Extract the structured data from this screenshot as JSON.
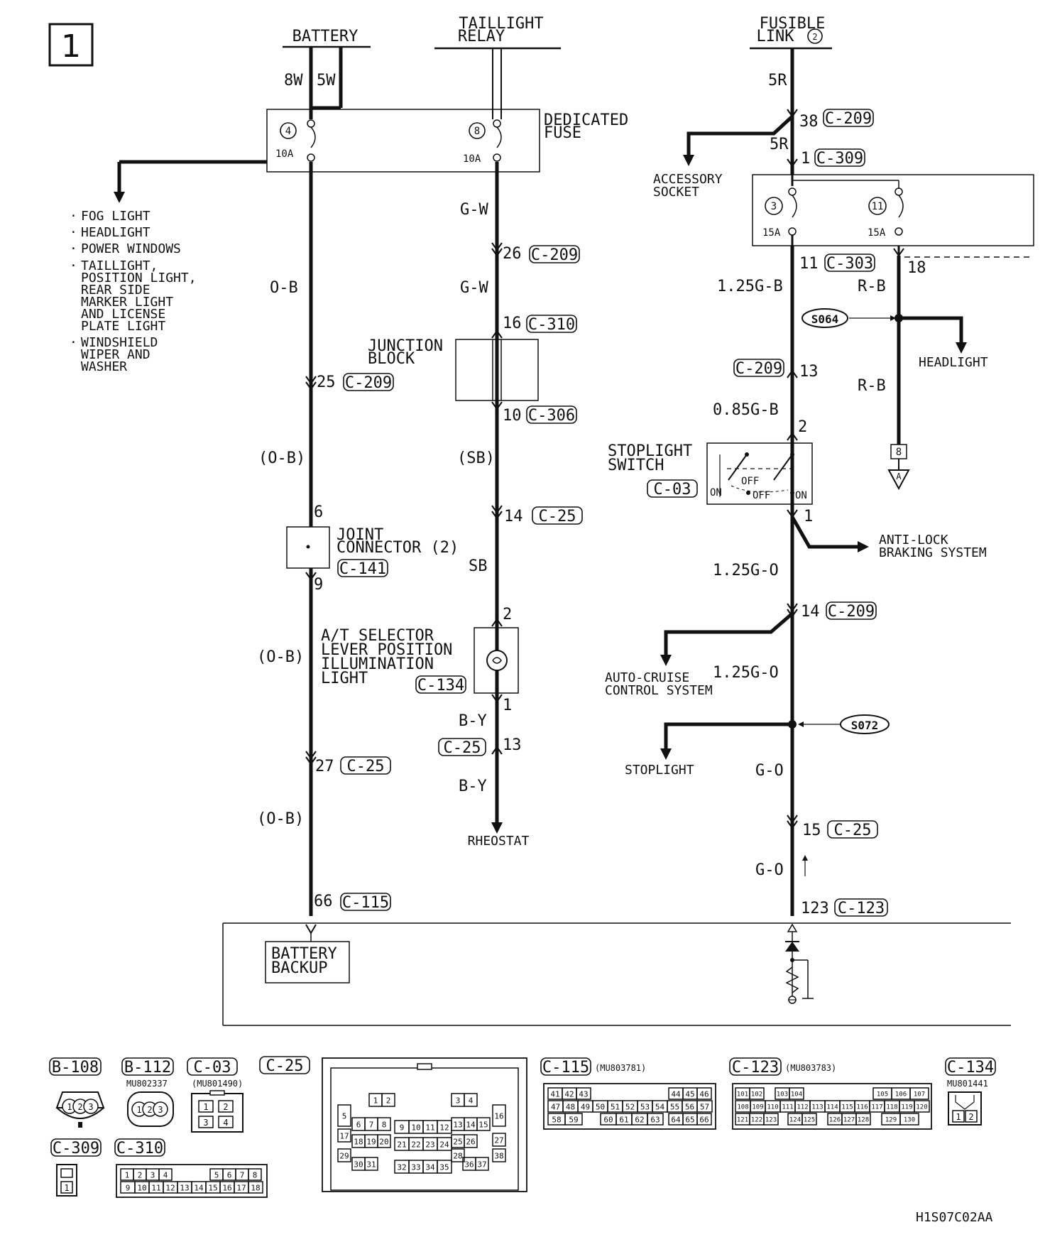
{
  "page_number": "1",
  "sources": {
    "battery": "BATTERY",
    "taillight_relay": [
      "TAILLIGHT",
      "RELAY"
    ],
    "fusible_link": [
      "FUSIBLE",
      "LINK"
    ],
    "fusible_link_num": "2"
  },
  "dedicated_fuse": {
    "label": [
      "DEDICATED",
      "FUSE"
    ],
    "fuse_a_num": "4",
    "fuse_a_rating": "10A",
    "fuse_b_num": "8",
    "fuse_b_rating": "10A"
  },
  "battery_wires": {
    "w1": "8W",
    "w2": "5W"
  },
  "load_list": [
    "FOG LIGHT",
    "HEADLIGHT",
    "POWER WINDOWS",
    "TAILLIGHT,",
    "POSITION LIGHT,",
    "REAR SIDE",
    "MARKER LIGHT",
    "AND LICENSE",
    "PLATE LIGHT",
    "WINDSHIELD",
    "WIPER AND",
    "WASHER"
  ],
  "col1": {
    "wire_ob": "O-B",
    "pin_25": "25",
    "conn_209": "C-209",
    "wire_ob_p1": "(O-B)",
    "pin_6": "6",
    "joint_label": [
      "JOINT",
      "CONNECTOR (2)"
    ],
    "joint_conn": "C-141",
    "pin_9": "9",
    "wire_ob_p2": "(O-B)",
    "pin_27": "27",
    "conn_25": "C-25",
    "wire_ob_p3": "(O-B)",
    "pin_66": "66",
    "conn_115": "C-115",
    "backup_label": [
      "BATTERY",
      "BACKUP"
    ]
  },
  "col2": {
    "wire_gw1": "G-W",
    "pin_26": "26",
    "conn_209": "C-209",
    "wire_gw2": "G-W",
    "pin_16": "16",
    "conn_310": "C-310",
    "junction_label": [
      "JUNCTION",
      "BLOCK"
    ],
    "pin_10": "10",
    "conn_306": "C-306",
    "wire_sb_p": "(SB)",
    "pin_14": "14",
    "conn_25a": "C-25",
    "wire_sb": "SB",
    "pin_2": "2",
    "at_label": [
      "A/T SELECTOR",
      "LEVER POSITION",
      "ILLUMINATION",
      "LIGHT"
    ],
    "at_conn": "C-134",
    "pin_1": "1",
    "wire_by1": "B-Y",
    "conn_25b": "C-25",
    "pin_13": "13",
    "wire_by2": "B-Y",
    "rheostat": "RHEOSTAT"
  },
  "col3": {
    "wire_5r1": "5R",
    "pin_38": "38",
    "conn_209a": "C-209",
    "wire_5r2": "5R",
    "pin_1a": "1",
    "conn_309": "C-309",
    "accessory": [
      "ACCESSORY",
      "SOCKET"
    ],
    "fuse_c_num": "3",
    "fuse_c_rating": "15A",
    "fuse_d_num": "11",
    "fuse_d_rating": "15A",
    "pin_11": "11",
    "conn_303": "C-303",
    "pin_18": "18",
    "wire_125gb": "1.25G-B",
    "wire_rb1": "R-B",
    "splice_s064": "S064",
    "headlight": "HEADLIGHT",
    "conn_209b": "C-209",
    "pin_13": "13",
    "wire_rb2": "R-B",
    "wire_085gb": "0.85G-B",
    "pin_2": "2",
    "off_page_num": "8",
    "off_page_letter": "A",
    "stoplight_switch": [
      "STOPLIGHT",
      "SWITCH"
    ],
    "switch_conn": "C-03",
    "sw_on": "ON",
    "sw_off": "OFF",
    "pin_1b": "1",
    "abs": [
      "ANTI-LOCK",
      "BRAKING SYSTEM"
    ],
    "wire_125go1": "1.25G-O",
    "pin_14": "14",
    "conn_209c": "C-209",
    "autocruise": [
      "AUTO-CRUISE",
      "CONTROL SYSTEM"
    ],
    "wire_125go2": "1.25G-O",
    "splice_s072": "S072",
    "stoplight": "STOPLIGHT",
    "wire_go1": "G-O",
    "pin_15": "15",
    "conn_25": "C-25",
    "wire_go2": "G-O",
    "pin_123": "123",
    "conn_123": "C-123"
  },
  "connectors": {
    "b108": "B-108",
    "b112": "B-112",
    "b112_part": "MU802337",
    "c03": "C-03",
    "c03_part": "(MU801490)",
    "c25": "C-25",
    "c115": "C-115",
    "c115_part": "(MU803781)",
    "c123": "C-123",
    "c123_part": "(MU803783)",
    "c134": "C-134",
    "c134_part": "MU801441",
    "c309": "C-309",
    "c310": "C-310",
    "pins_123": [
      "1",
      "2",
      "3"
    ],
    "pins_1234": [
      "1",
      "2",
      "3",
      "4"
    ],
    "pin_single": "1",
    "pins_12": [
      "1",
      "2"
    ],
    "c310_row1": [
      "1",
      "2",
      "3",
      "4",
      "5",
      "6",
      "7",
      "8"
    ],
    "c310_row2": [
      "9",
      "10",
      "11",
      "12",
      "13",
      "14",
      "15",
      "16",
      "17",
      "18"
    ],
    "c115_row1": [
      "41",
      "42",
      "43",
      "44",
      "45",
      "46"
    ],
    "c115_row2": [
      "47",
      "48",
      "49",
      "50",
      "51",
      "52",
      "53",
      "54",
      "55",
      "56",
      "57"
    ],
    "c115_row3": [
      "58",
      "59",
      "60",
      "61",
      "62",
      "63",
      "64",
      "65",
      "66"
    ],
    "c123_row1": [
      "101",
      "102",
      "103",
      "104",
      "105",
      "106",
      "107"
    ],
    "c123_row2": [
      "108",
      "109",
      "110",
      "111",
      "112",
      "113",
      "114",
      "115",
      "116",
      "117",
      "118",
      "119",
      "120"
    ],
    "c123_row3": [
      "121",
      "122",
      "123",
      "124",
      "125",
      "126",
      "127",
      "128",
      "129",
      "130"
    ],
    "c25_pins": [
      "1",
      "2",
      "3",
      "4",
      "5",
      "6",
      "7",
      "8",
      "9",
      "10",
      "11",
      "12",
      "13",
      "14",
      "15",
      "16",
      "17",
      "18",
      "19",
      "20",
      "21",
      "22",
      "23",
      "24",
      "25",
      "26",
      "27",
      "28",
      "29",
      "30",
      "31",
      "32",
      "33",
      "34",
      "35",
      "36",
      "37",
      "38"
    ]
  },
  "figure_code": "H1S07C02AA"
}
